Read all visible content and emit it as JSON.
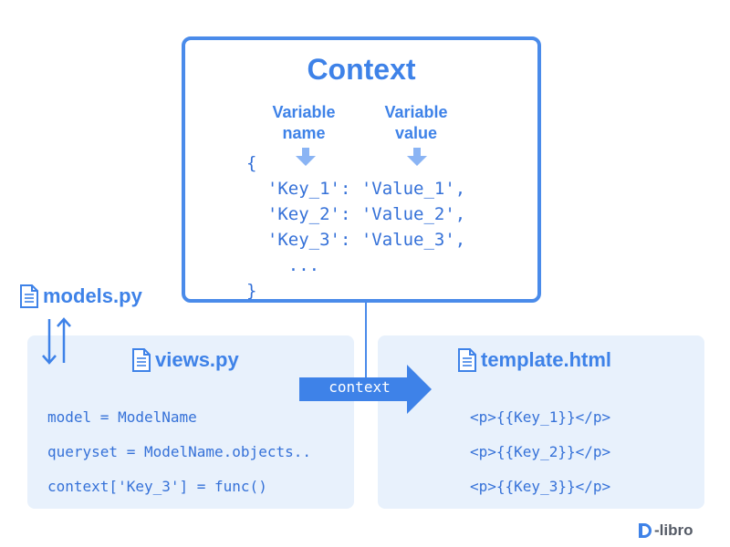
{
  "context": {
    "title": "Context",
    "col_name": [
      "Variable",
      "name"
    ],
    "col_value": [
      "Variable",
      "value"
    ],
    "lines": [
      "{",
      "  'Key_1': 'Value_1',",
      "  'Key_2': 'Value_2',",
      "  'Key_3': 'Value_3',",
      "    ...",
      "}"
    ]
  },
  "models": {
    "filename": "models.py"
  },
  "views": {
    "filename": "views.py",
    "code": [
      "model = ModelName",
      "queryset = ModelName.objects..",
      "context['Key_3'] = func()"
    ]
  },
  "arrow": {
    "label": "context"
  },
  "template": {
    "filename": "template.html",
    "code": [
      "<p>{{Key_1}}</p>",
      "<p>{{Key_2}}</p>",
      "<p>{{Key_3}}</p>"
    ]
  },
  "brand": {
    "name": "-libro",
    "mark": "D"
  },
  "colors": {
    "accent": "#3E82E8",
    "panel": "#E8F1FC",
    "arrow": "#3E82E8"
  }
}
